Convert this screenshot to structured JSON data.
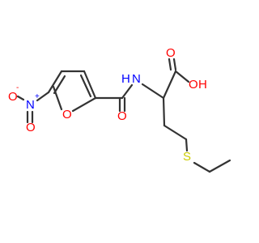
{
  "molecule": {
    "atoms": {
      "nitro_o_single": "O",
      "nitro_charge_neg": "-",
      "nitro_n": "N",
      "nitro_charge_pos": "+",
      "nitro_o_double": "O",
      "furan_o": "O",
      "amide_o": "O",
      "amide_n": "N",
      "amide_h": "H",
      "acid_o_double": "O",
      "acid_o": "O",
      "acid_h": "H",
      "sulfur": "S"
    },
    "colors": {
      "bond": "#333333",
      "oxygen": "#ff0000",
      "nitrogen": "#0000ff",
      "sulfur": "#cccc00"
    }
  }
}
